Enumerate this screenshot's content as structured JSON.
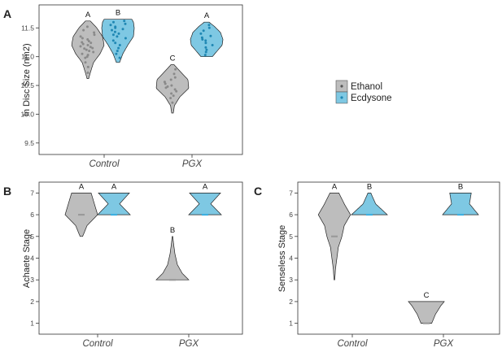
{
  "chart_data": [
    {
      "type": "violin",
      "panel_label": "A",
      "ylabel": "ln Disc Size (nm2)",
      "ylim": [
        9.3,
        11.9
      ],
      "yticks": [
        "9.5",
        "10.0",
        "10.5",
        "11.0",
        "11.5"
      ],
      "categories": [
        "Control",
        "PGX"
      ],
      "legend": {
        "placement": "right",
        "entries": [
          {
            "name": "Ethanol",
            "color": "#bdbdbd"
          },
          {
            "name": "Ecdysone",
            "color": "#7ec8e3"
          }
        ]
      },
      "groups": [
        {
          "category": "Control",
          "series": "Ethanol",
          "letter": "A",
          "ymin": 10.62,
          "ymax": 11.62,
          "profile": [
            [
              10.62,
              0.05
            ],
            [
              10.75,
              0.18
            ],
            [
              10.9,
              0.35
            ],
            [
              11.05,
              0.75
            ],
            [
              11.2,
              1.0
            ],
            [
              11.35,
              0.9
            ],
            [
              11.5,
              0.55
            ],
            [
              11.62,
              0.15
            ]
          ],
          "points": [
            10.72,
            10.82,
            10.9,
            10.98,
            11.0,
            11.03,
            11.05,
            11.08,
            11.1,
            11.12,
            11.14,
            11.15,
            11.17,
            11.18,
            11.2,
            11.22,
            11.24,
            11.25,
            11.27,
            11.3,
            11.32,
            11.35,
            11.38,
            11.42,
            11.46,
            11.52
          ]
        },
        {
          "category": "Control",
          "series": "Ecdysone",
          "letter": "B",
          "ymin": 10.9,
          "ymax": 11.65,
          "profile": [
            [
              10.9,
              0.1
            ],
            [
              11.05,
              0.3
            ],
            [
              11.2,
              0.6
            ],
            [
              11.35,
              0.95
            ],
            [
              11.5,
              1.0
            ],
            [
              11.6,
              0.95
            ],
            [
              11.65,
              0.85
            ]
          ],
          "points": [
            10.98,
            11.05,
            11.1,
            11.15,
            11.2,
            11.24,
            11.28,
            11.32,
            11.35,
            11.38,
            11.4,
            11.43,
            11.46,
            11.48,
            11.5,
            11.52,
            11.55,
            11.57,
            11.6,
            11.62
          ]
        },
        {
          "category": "PGX",
          "series": "Ethanol",
          "letter": "C",
          "ymin": 10.02,
          "ymax": 10.86,
          "profile": [
            [
              10.02,
              0.05
            ],
            [
              10.15,
              0.12
            ],
            [
              10.3,
              0.45
            ],
            [
              10.45,
              1.0
            ],
            [
              10.6,
              0.95
            ],
            [
              10.75,
              0.45
            ],
            [
              10.86,
              0.1
            ]
          ],
          "points": [
            10.2,
            10.28,
            10.32,
            10.36,
            10.4,
            10.43,
            10.46,
            10.48,
            10.5,
            10.53,
            10.56,
            10.6,
            10.64,
            10.7,
            10.78
          ]
        },
        {
          "category": "PGX",
          "series": "Ecdysone",
          "letter": "A",
          "ymin": 11.0,
          "ymax": 11.6,
          "profile": [
            [
              11.0,
              0.35
            ],
            [
              11.1,
              0.65
            ],
            [
              11.2,
              0.95
            ],
            [
              11.3,
              1.0
            ],
            [
              11.42,
              0.85
            ],
            [
              11.52,
              0.5
            ],
            [
              11.6,
              0.15
            ]
          ],
          "points": [
            11.03,
            11.08,
            11.12,
            11.16,
            11.2,
            11.24,
            11.28,
            11.3,
            11.33,
            11.36,
            11.4,
            11.45,
            11.5,
            11.55
          ]
        }
      ]
    },
    {
      "type": "violin",
      "panel_label": "B",
      "ylabel": "Achaete Stage",
      "ylim": [
        0.5,
        7.5
      ],
      "yticks": [
        "1",
        "2",
        "3",
        "4",
        "5",
        "6",
        "7"
      ],
      "categories": [
        "Control",
        "PGX"
      ],
      "groups": [
        {
          "category": "Control",
          "series": "Ethanol",
          "letter": "A",
          "ymin": 5.0,
          "ymax": 7.0,
          "median": 6,
          "profile": [
            [
              5.0,
              0.08
            ],
            [
              5.5,
              0.35
            ],
            [
              6.0,
              1.0
            ],
            [
              6.5,
              0.8
            ],
            [
              7.0,
              0.6
            ]
          ]
        },
        {
          "category": "Control",
          "series": "Ecdysone",
          "letter": "A",
          "ymin": 6.0,
          "ymax": 7.0,
          "median": 6,
          "profile": [
            [
              6.0,
              1.0
            ],
            [
              6.5,
              0.35
            ],
            [
              7.0,
              0.95
            ]
          ]
        },
        {
          "category": "PGX",
          "series": "Ethanol",
          "letter": "B",
          "ymin": 3.0,
          "ymax": 5.0,
          "median": 3,
          "profile": [
            [
              3.0,
              1.0
            ],
            [
              3.3,
              0.6
            ],
            [
              3.7,
              0.3
            ],
            [
              4.2,
              0.15
            ],
            [
              4.7,
              0.06
            ],
            [
              5.0,
              0.02
            ]
          ]
        },
        {
          "category": "PGX",
          "series": "Ecdysone",
          "letter": "A",
          "ymin": 6.0,
          "ymax": 7.0,
          "median": 6,
          "profile": [
            [
              6.0,
              1.0
            ],
            [
              6.5,
              0.35
            ],
            [
              7.0,
              0.95
            ]
          ]
        }
      ]
    },
    {
      "type": "violin",
      "panel_label": "C",
      "ylabel": "Senseless Stage",
      "ylim": [
        0.5,
        7.5
      ],
      "yticks": [
        "1",
        "2",
        "3",
        "4",
        "5",
        "6",
        "7"
      ],
      "categories": [
        "Control",
        "PGX"
      ],
      "groups": [
        {
          "category": "Control",
          "series": "Ethanol",
          "letter": "A",
          "ymin": 3.0,
          "ymax": 7.0,
          "median": 5,
          "profile": [
            [
              3.0,
              0.02
            ],
            [
              3.5,
              0.06
            ],
            [
              4.0,
              0.14
            ],
            [
              4.5,
              0.22
            ],
            [
              5.0,
              0.42
            ],
            [
              5.5,
              0.55
            ],
            [
              6.0,
              0.9
            ],
            [
              6.5,
              0.55
            ],
            [
              7.0,
              0.25
            ]
          ]
        },
        {
          "category": "Control",
          "series": "Ecdysone",
          "letter": "B",
          "ymin": 6.0,
          "ymax": 7.0,
          "median": 6,
          "profile": [
            [
              6.0,
              1.0
            ],
            [
              6.5,
              0.35
            ],
            [
              7.0,
              0.08
            ]
          ]
        },
        {
          "category": "PGX",
          "series": "Ethanol",
          "letter": "C",
          "ymin": 1.0,
          "ymax": 2.0,
          "median": 1,
          "profile": [
            [
              1.0,
              0.3
            ],
            [
              1.4,
              0.5
            ],
            [
              1.8,
              0.8
            ],
            [
              2.0,
              1.0
            ]
          ]
        },
        {
          "category": "PGX",
          "series": "Ecdysone",
          "letter": "B",
          "ymin": 6.0,
          "ymax": 7.0,
          "median": 6,
          "profile": [
            [
              6.0,
              1.0
            ],
            [
              6.5,
              0.5
            ],
            [
              7.0,
              0.6
            ]
          ]
        }
      ]
    }
  ],
  "colors": {
    "ethanol_fill": "#bdbdbd",
    "ecdysone_fill": "#7ec8e3",
    "ethanol_point": "#8a8a8a",
    "ecdysone_point": "#1f87b3",
    "ethanol_median": "#9a9a9a",
    "ecdysone_median": "#3db0e0"
  }
}
